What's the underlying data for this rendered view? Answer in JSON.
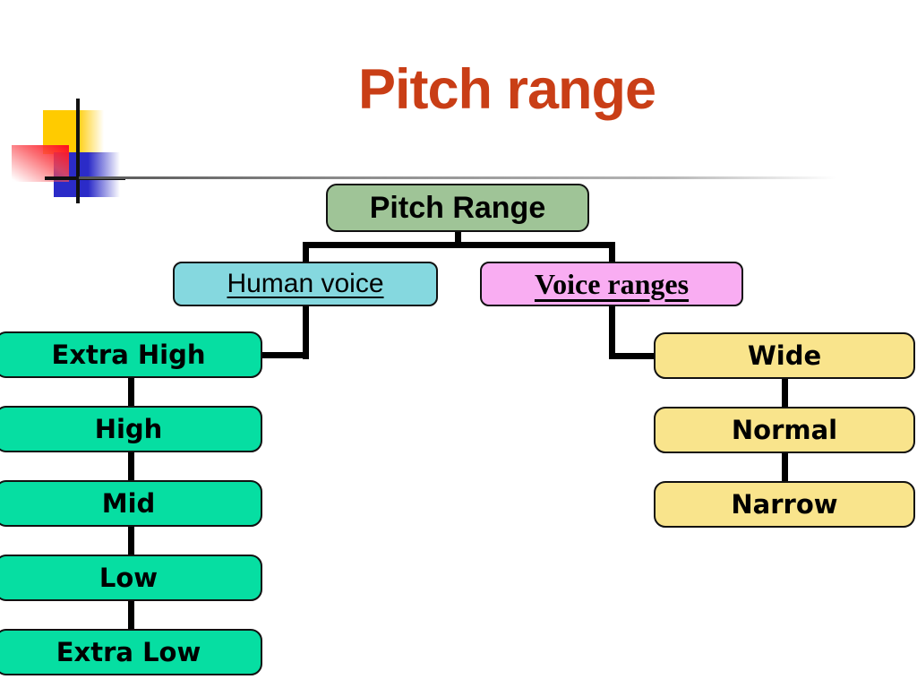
{
  "title": {
    "text": "Pitch range",
    "color": "#C93E16"
  },
  "diagram": {
    "root": {
      "label": "Pitch Range",
      "fill": "#9FC497"
    },
    "left_branch": {
      "label": "Human voice",
      "fill": "#85D8DF",
      "child_fill": "#06DEA2",
      "children": [
        {
          "label": "Extra High"
        },
        {
          "label": "High"
        },
        {
          "label": "Mid"
        },
        {
          "label": "Low"
        },
        {
          "label": "Extra Low"
        }
      ]
    },
    "right_branch": {
      "label": "Voice ranges",
      "fill": "#F9ADF2",
      "child_fill": "#F9E48C",
      "children": [
        {
          "label": "Wide"
        },
        {
          "label": "Normal"
        },
        {
          "label": "Narrow"
        }
      ]
    },
    "connector_color": "#000000"
  },
  "decoration": {
    "yellow_square": "#FFCB00",
    "blue_square": "#2B2BC8",
    "red_square": "#FF1220",
    "crosshair": "#111111",
    "rule_gray": "#8d8d8d"
  }
}
